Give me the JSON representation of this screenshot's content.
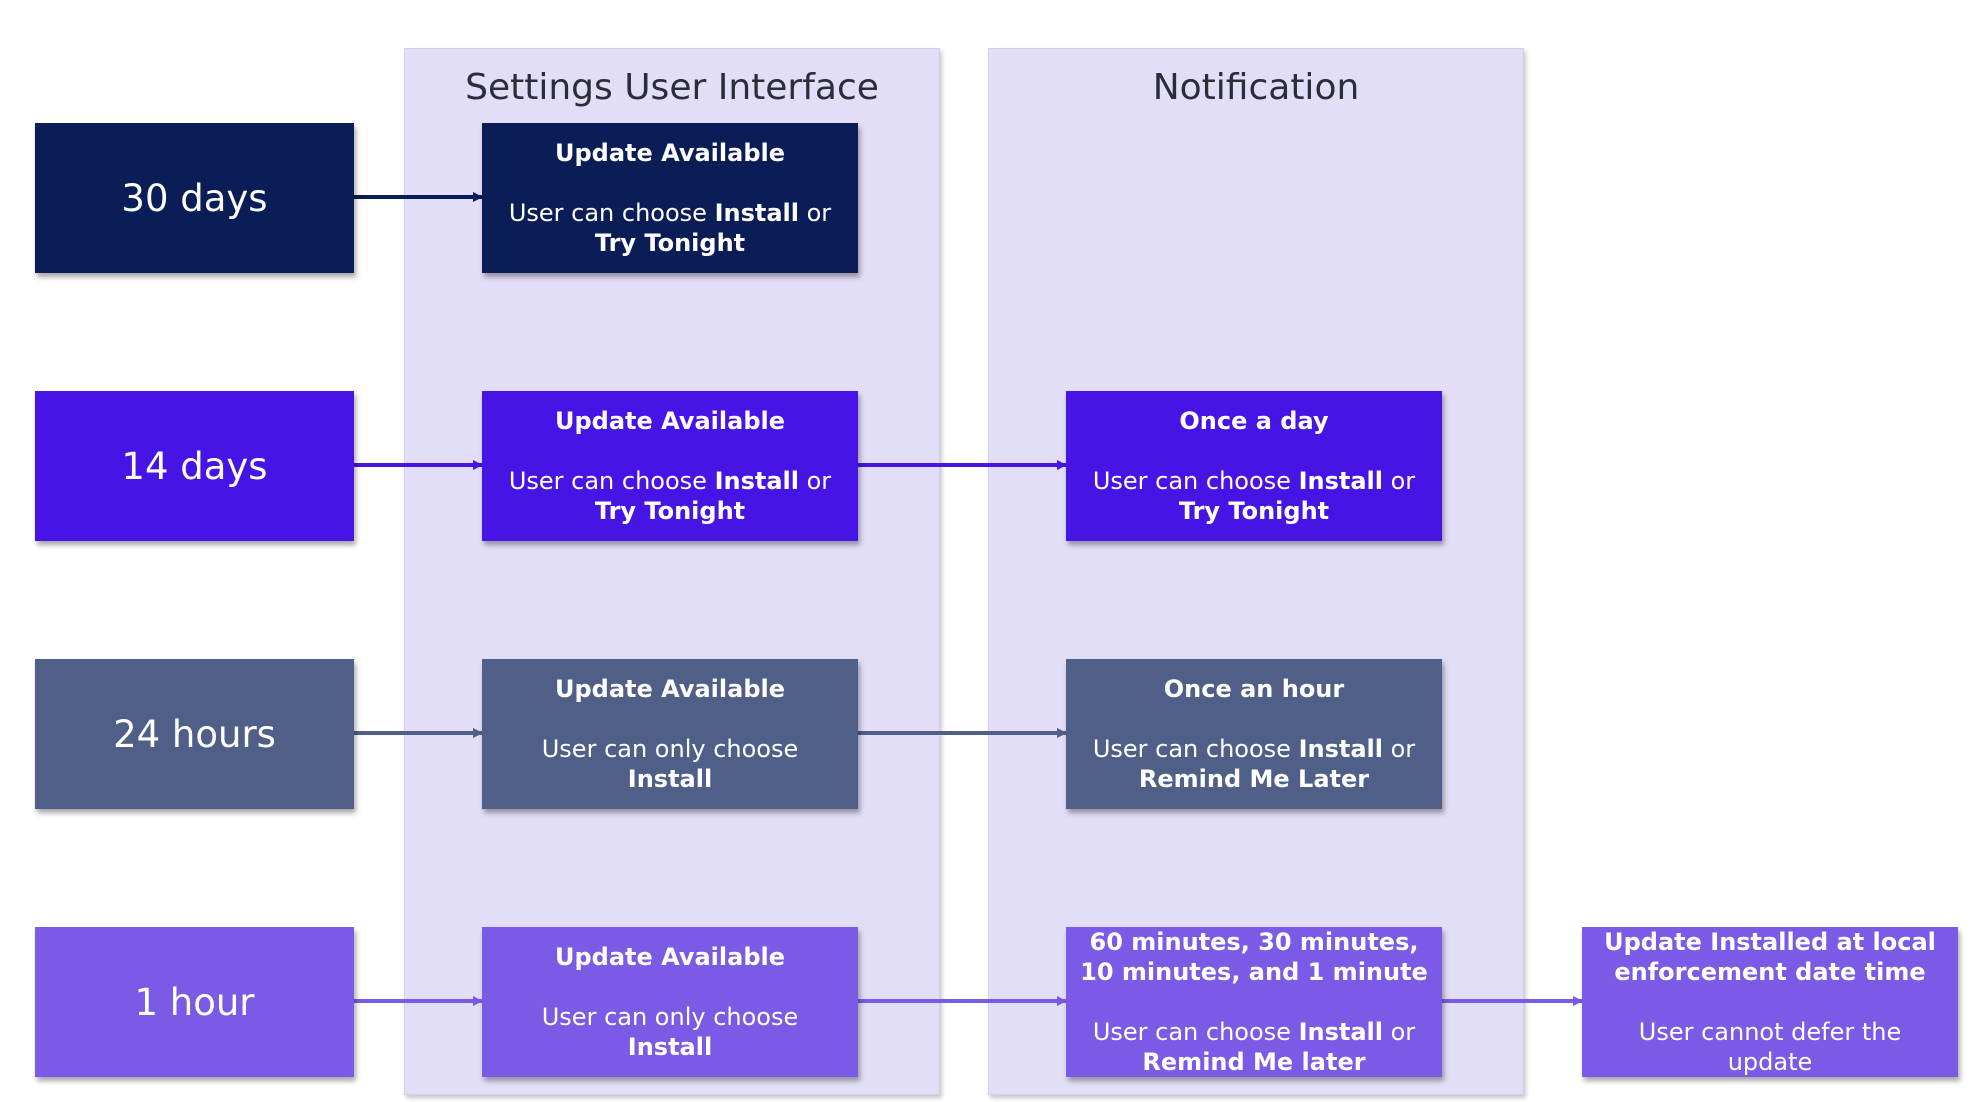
{
  "colors": {
    "navy": "#0b1d56",
    "violet": "#4714e6",
    "slate": "#4f5f88",
    "purple": "#7b5ae6",
    "lane_bg": "#e3def8"
  },
  "lanes": {
    "settings": {
      "title": "Settings User Interface"
    },
    "notification": {
      "title": "Notification"
    }
  },
  "rows": [
    {
      "time_label": "30 days",
      "settings": {
        "title": "Update Available",
        "text_parts": [
          "User can choose ",
          "Install",
          " or ",
          "Try Tonight"
        ]
      }
    },
    {
      "time_label": "14 days",
      "settings": {
        "title": "Update Available",
        "text_parts": [
          "User can choose ",
          "Install",
          " or ",
          "Try Tonight"
        ]
      },
      "notification": {
        "title": "Once a day",
        "text_parts": [
          "User can choose ",
          "Install",
          " or ",
          "Try Tonight"
        ]
      }
    },
    {
      "time_label": "24 hours",
      "settings": {
        "title": "Update Available",
        "text_parts": [
          "User can only choose ",
          "Install"
        ]
      },
      "notification": {
        "title": "Once an hour",
        "text_parts": [
          "User can choose ",
          "Install",
          " or ",
          "Remind Me Later"
        ]
      }
    },
    {
      "time_label": "1 hour",
      "settings": {
        "title": "Update Available",
        "text_parts": [
          "User can only choose ",
          "Install"
        ]
      },
      "notification": {
        "title": "60 minutes, 30 minutes, 10 minutes, and 1 minute",
        "text_parts": [
          "User can choose ",
          "Install",
          " or ",
          "Remind Me later"
        ]
      },
      "final": {
        "title": "Update Installed at local enforcement date time",
        "text": "User cannot defer the update"
      }
    }
  ]
}
